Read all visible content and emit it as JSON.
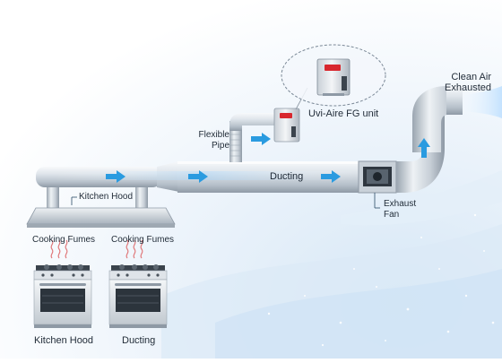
{
  "labels": {
    "clean_air": [
      "Clean Air",
      "Exhausted"
    ],
    "unit": "Uvi-Aire FG unit",
    "flexible_pipe": [
      "Flexible",
      "Pipe"
    ],
    "ducting": "Ducting",
    "exhaust_fan": [
      "Exhaust",
      "Fan"
    ],
    "kitchen_hood": "Kitchen Hood",
    "cooking_fumes_left": "Cooking Fumes",
    "cooking_fumes_right": "Cooking Fumes",
    "stove_left_caption": "Kitchen Hood",
    "stove_right_caption": "Ducting"
  },
  "colors": {
    "duct_light": "#f2f5f8",
    "duct_dark": "#9aa6b2",
    "arrow": "#2a9be0",
    "fumes": "#e0787a",
    "brand_red": "#d8272e"
  },
  "icons": [
    "flow-arrow-icon",
    "fumes-icon",
    "stove-icon",
    "uv-unit-icon",
    "exhaust-fan-icon"
  ]
}
